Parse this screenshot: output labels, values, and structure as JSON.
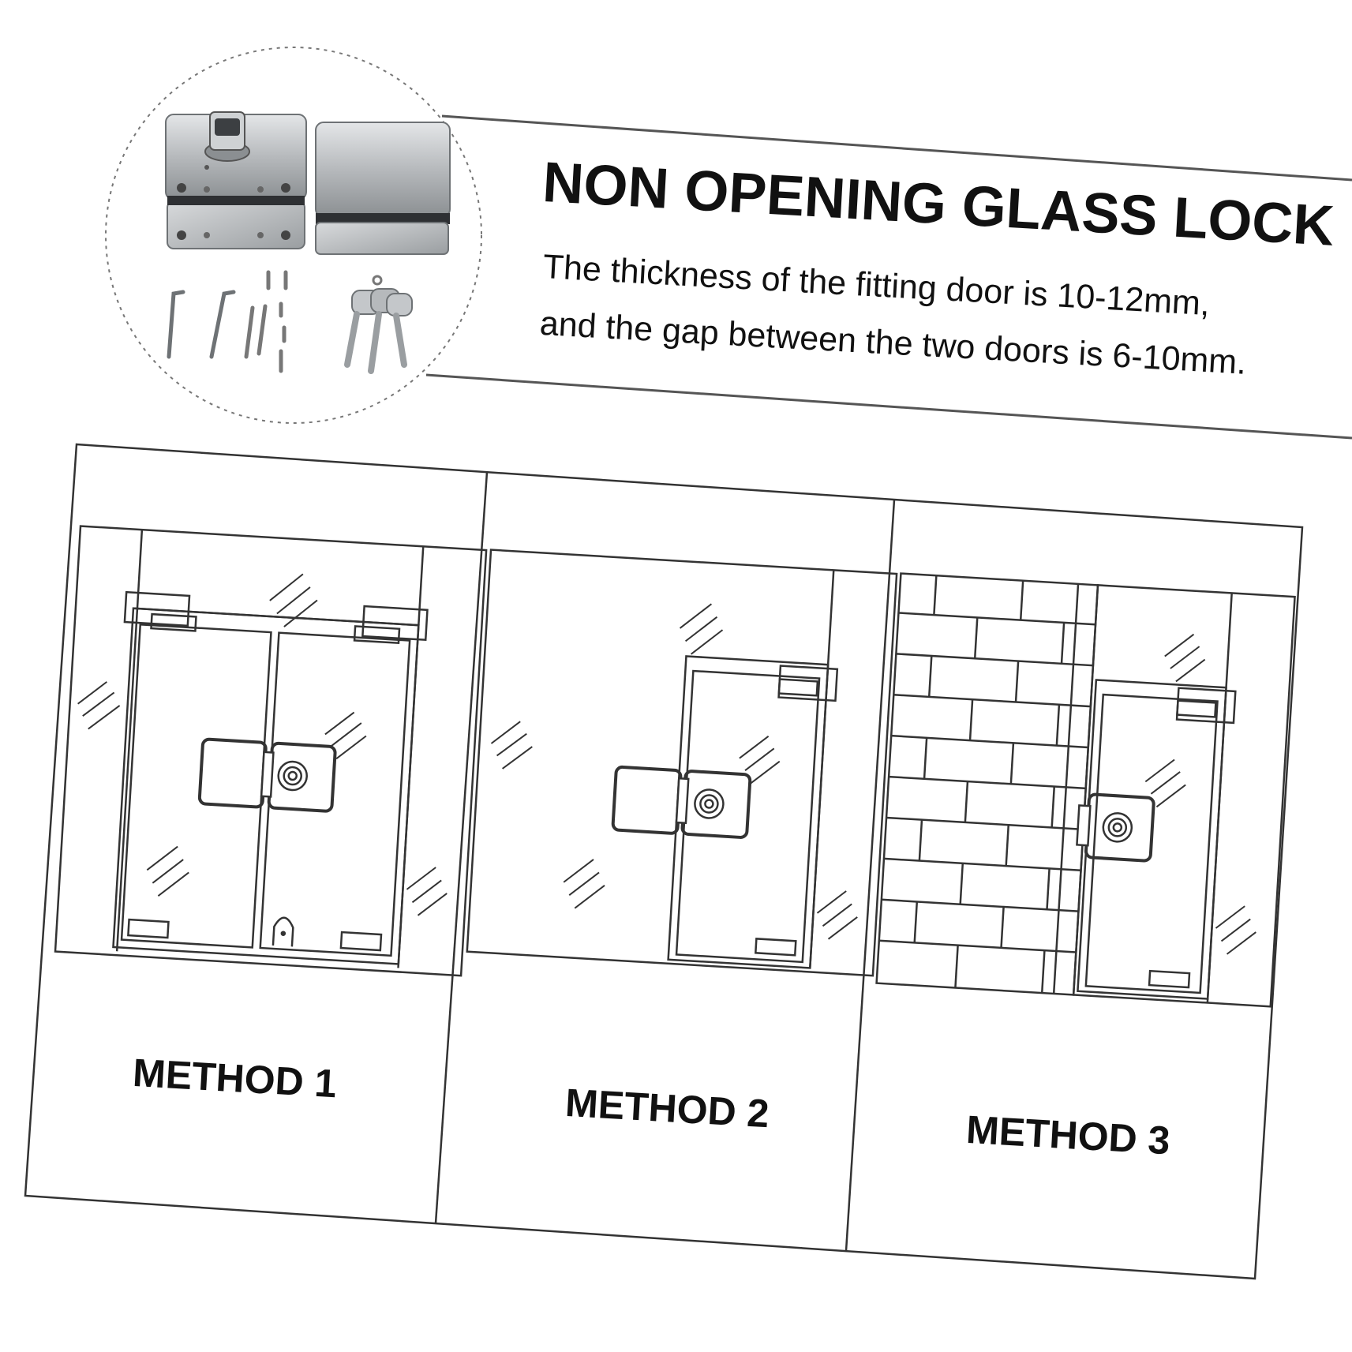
{
  "header": {
    "title": "NON OPENING GLASS LOCK",
    "desc_line1": "The thickness of the fitting door is 10-12mm,",
    "desc_line2": "and the gap between the two doors is 6-10mm."
  },
  "methods": [
    {
      "label": "METHOD 1"
    },
    {
      "label": "METHOD 2"
    },
    {
      "label": "METHOD 3"
    }
  ],
  "colors": {
    "line": "#2a2a2a",
    "steel": "#b9bcbf",
    "steel_dark": "#6e7275",
    "paper": "#ffffff"
  }
}
